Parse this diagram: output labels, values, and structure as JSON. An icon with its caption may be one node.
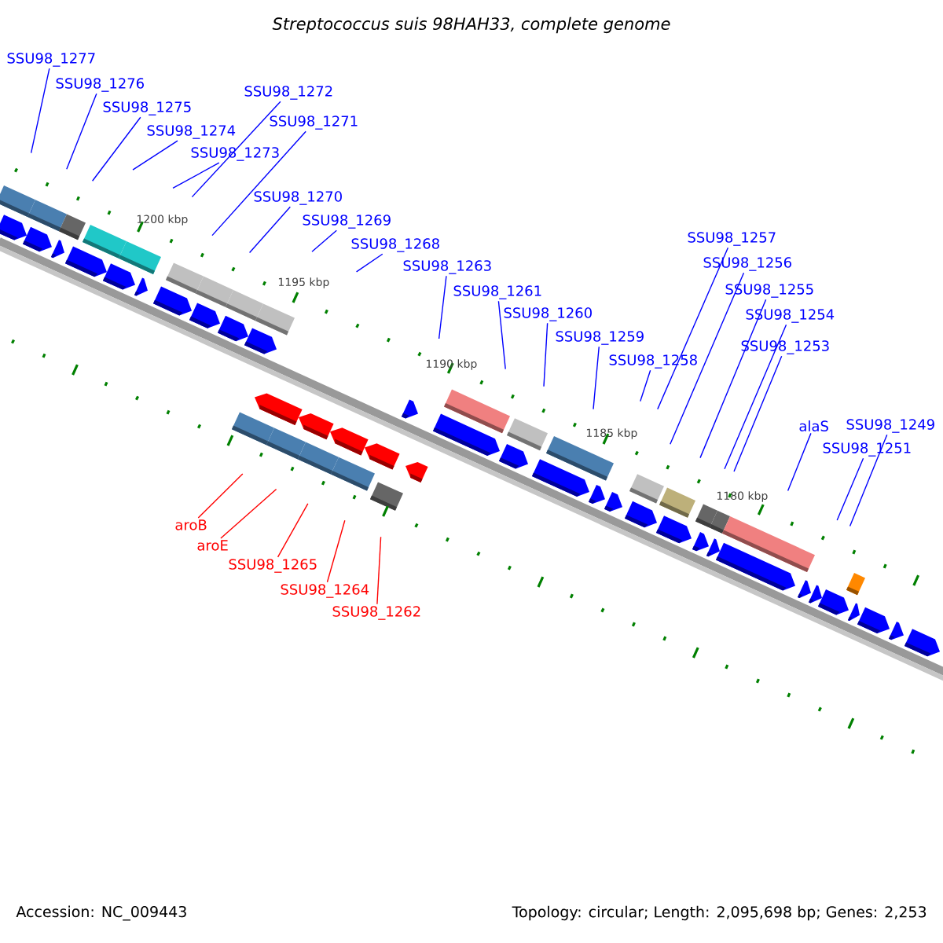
{
  "diagram": {
    "title": "Streptococcus suis 98HAH33, complete genome",
    "nodes": [
      {
        "text": [
          "SSU98_1277"
        ]
      },
      {
        "text": [
          "SSU98_1276"
        ]
      },
      {
        "text": [
          "SSU98_1275"
        ]
      },
      {
        "text": [
          "SSU98_1274"
        ]
      },
      {
        "text": [
          "SSU98_1273"
        ]
      },
      {
        "text": [
          "SSU98_1272"
        ]
      },
      {
        "text": [
          "SSU98_1271"
        ]
      },
      {
        "text": [
          "SSU98_1270"
        ]
      },
      {
        "text": [
          "SSU98_1269"
        ]
      },
      {
        "text": [
          "SSU98_1268"
        ]
      },
      {
        "text": [
          "SSU98_1263"
        ]
      },
      {
        "text": [
          "SSU98_1261"
        ]
      },
      {
        "text": [
          "SSU98_1260"
        ]
      },
      {
        "text": [
          "SSU98_1259"
        ]
      },
      {
        "text": [
          "SSU98_1258"
        ]
      },
      {
        "text": [
          "SSU98_1257"
        ]
      },
      {
        "text": [
          "SSU98_1256"
        ]
      },
      {
        "text": [
          "SSU98_1255"
        ]
      },
      {
        "text": [
          "SSU98_1254"
        ]
      },
      {
        "text": [
          "SSU98_1253"
        ]
      },
      {
        "text": [
          "alaS"
        ]
      },
      {
        "text": [
          "SSU98_1249"
        ]
      },
      {
        "text": [
          "SSU98_1251"
        ]
      },
      {
        "text": [
          "aroB"
        ]
      },
      {
        "text": [
          "aroE"
        ]
      },
      {
        "text": [
          "SSU98_1265"
        ]
      },
      {
        "text": [
          "SSU98_1264"
        ]
      },
      {
        "text": [
          "SSU98_1262"
        ]
      }
    ],
    "edges": [
      {
        "from": 0,
        "to": null,
        "arrow": "none"
      },
      {
        "from": 1,
        "to": null,
        "arrow": "none"
      },
      {
        "from": 2,
        "to": null,
        "arrow": "none"
      },
      {
        "from": 3,
        "to": null,
        "arrow": "none"
      },
      {
        "from": 4,
        "to": null,
        "arrow": "none"
      },
      {
        "from": 5,
        "to": null,
        "arrow": "none"
      },
      {
        "from": 6,
        "to": null,
        "arrow": "none"
      },
      {
        "from": 7,
        "to": null,
        "arrow": "none"
      },
      {
        "from": 8,
        "to": null,
        "arrow": "none"
      },
      {
        "from": 9,
        "to": null,
        "arrow": "none"
      },
      {
        "from": 10,
        "to": null,
        "arrow": "none"
      },
      {
        "from": 11,
        "to": null,
        "arrow": "none"
      },
      {
        "from": 12,
        "to": null,
        "arrow": "none"
      },
      {
        "from": 13,
        "to": null,
        "arrow": "none"
      },
      {
        "from": 14,
        "to": null,
        "arrow": "none"
      },
      {
        "from": 15,
        "to": null,
        "arrow": "none"
      },
      {
        "from": 16,
        "to": null,
        "arrow": "none"
      },
      {
        "from": 17,
        "to": null,
        "arrow": "none"
      },
      {
        "from": 18,
        "to": null,
        "arrow": "none"
      },
      {
        "from": 19,
        "to": null,
        "arrow": "none"
      },
      {
        "from": 20,
        "to": null,
        "arrow": "none"
      },
      {
        "from": 21,
        "to": null,
        "arrow": "none"
      },
      {
        "from": 22,
        "to": null,
        "arrow": "none"
      },
      {
        "from": 23,
        "to": null,
        "arrow": "none",
        "color": "#ff0000"
      },
      {
        "from": 24,
        "to": null,
        "arrow": "none",
        "color": "#ff0000"
      },
      {
        "from": 25,
        "to": null,
        "arrow": "none",
        "color": "#ff0000"
      },
      {
        "from": 26,
        "to": null,
        "arrow": "none",
        "color": "#ff0000"
      },
      {
        "from": 27,
        "to": null,
        "arrow": "none",
        "color": "#ff0000"
      }
    ],
    "labels": [
      "1200 kbp",
      "1195 kbp",
      "1190 kbp",
      "1185 kbp",
      "1180 kbp",
      "Accession: NC_009443",
      "Topology: circular; Length: 2,095,698 bp; Genes: 2,253"
    ]
  }
}
